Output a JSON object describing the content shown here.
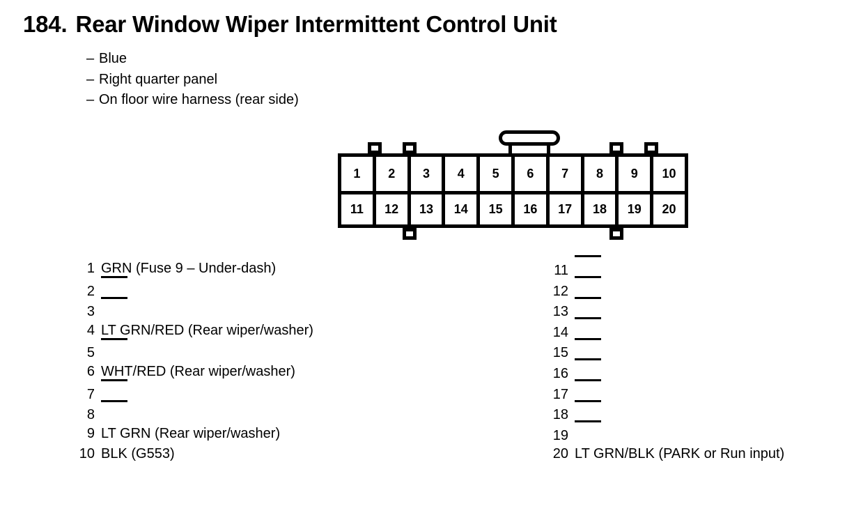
{
  "header": {
    "number": "184.",
    "title": "Rear Window Wiper Intermittent Control Unit",
    "subheads": [
      {
        "dash": "–",
        "text": "Blue"
      },
      {
        "dash": "–",
        "text": "Right quarter panel"
      },
      {
        "dash": "–",
        "text": "On floor wire harness (rear side)"
      }
    ]
  },
  "connector": {
    "top_row": [
      "1",
      "2",
      "3",
      "4",
      "5",
      "6",
      "7",
      "8",
      "9",
      "10"
    ],
    "bottom_row": [
      "11",
      "12",
      "13",
      "14",
      "15",
      "16",
      "17",
      "18",
      "19",
      "20"
    ],
    "latch": "connector-latch",
    "top_tabs": [
      "tab-1",
      "tab-2",
      "tab-3",
      "tab-4"
    ],
    "bottom_tabs": [
      "tab-5",
      "tab-6"
    ]
  },
  "pins_left": [
    {
      "no": "1",
      "desc": "GRN (Fuse 9 – Under-dash)"
    },
    {
      "no": "2",
      "desc": ""
    },
    {
      "no": "3",
      "desc": ""
    },
    {
      "no": "4",
      "desc": "LT GRN/RED (Rear wiper/washer)"
    },
    {
      "no": "5",
      "desc": ""
    },
    {
      "no": "6",
      "desc": "WHT/RED (Rear wiper/washer)"
    },
    {
      "no": "7",
      "desc": ""
    },
    {
      "no": "8",
      "desc": ""
    },
    {
      "no": "9",
      "desc": "LT GRN (Rear wiper/washer)"
    },
    {
      "no": "10",
      "desc": "BLK (G553)"
    }
  ],
  "pins_right": [
    {
      "no": "11",
      "desc": ""
    },
    {
      "no": "12",
      "desc": ""
    },
    {
      "no": "13",
      "desc": ""
    },
    {
      "no": "14",
      "desc": ""
    },
    {
      "no": "15",
      "desc": ""
    },
    {
      "no": "16",
      "desc": ""
    },
    {
      "no": "17",
      "desc": ""
    },
    {
      "no": "18",
      "desc": ""
    },
    {
      "no": "19",
      "desc": ""
    },
    {
      "no": "20",
      "desc": "LT GRN/BLK (PARK or Run input)"
    }
  ],
  "colors": {
    "ink": "#000000",
    "paper": "#ffffff"
  }
}
